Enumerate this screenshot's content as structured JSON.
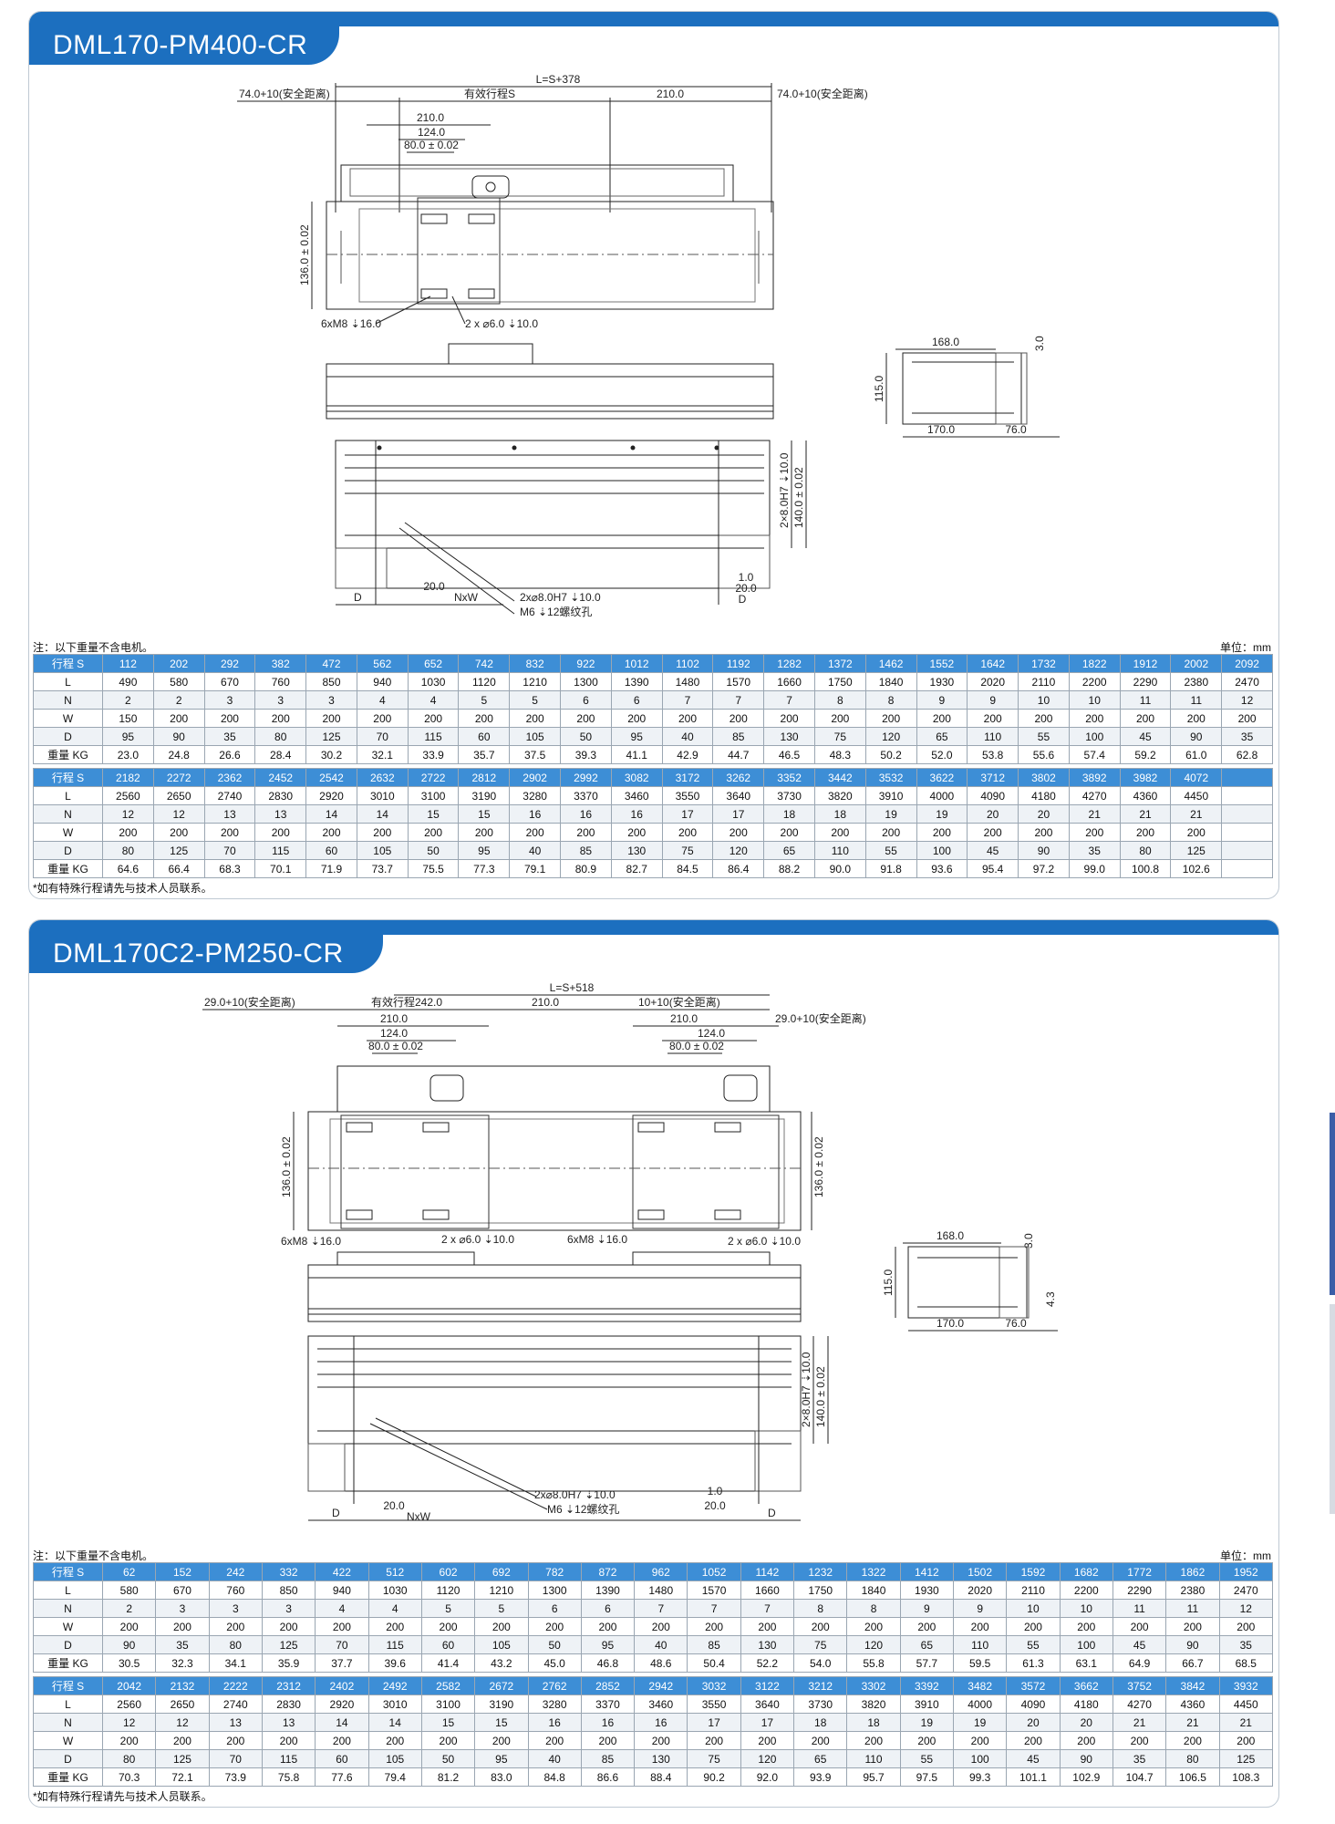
{
  "section1": {
    "title": "DML170-PM400-CR",
    "note": "注：以下重量不含电机。",
    "unit": "单位：mm",
    "footnote": "*如有特殊行程请先与技术人员联系。",
    "dims": {
      "total_length": "L=S+378",
      "safe_left": "74.0+10(安全距离)",
      "safe_right": "74.0+10(安全距离)",
      "stroke": "有效行程S",
      "d210a": "210.0",
      "d210b": "210.0",
      "d124": "124.0",
      "d80": "80.0 ± 0.02",
      "d136": "136.0 ± 0.02",
      "m8": "6xM8 ⇣16.0",
      "pin6": "2 x ⌀6.0 ⇣10.0",
      "end168": "168.0",
      "end3": "3.0",
      "end115": "115.0",
      "end170": "170.0",
      "end76": "76.0",
      "pin8v": "2×8.0H7 ⇣10.0",
      "d140": "140.0 ± 0.02",
      "d20": "20.0",
      "nxw": "NxW",
      "dD": "D",
      "dD2": "D",
      "d1": "1.0",
      "d20b": "20.0",
      "pin8h": "2x⌀8.0H7 ⇣10.0",
      "m6": "M6 ⇣12螺纹孔"
    },
    "table1": {
      "labels": [
        "行程 S",
        "L",
        "N",
        "W",
        "D",
        "重量 KG"
      ],
      "S": [
        "112",
        "202",
        "292",
        "382",
        "472",
        "562",
        "652",
        "742",
        "832",
        "922",
        "1012",
        "1102",
        "1192",
        "1282",
        "1372",
        "1462",
        "1552",
        "1642",
        "1732",
        "1822",
        "1912",
        "2002",
        "2092"
      ],
      "L": [
        "490",
        "580",
        "670",
        "760",
        "850",
        "940",
        "1030",
        "1120",
        "1210",
        "1300",
        "1390",
        "1480",
        "1570",
        "1660",
        "1750",
        "1840",
        "1930",
        "2020",
        "2110",
        "2200",
        "2290",
        "2380",
        "2470"
      ],
      "N": [
        "2",
        "2",
        "3",
        "3",
        "3",
        "4",
        "4",
        "5",
        "5",
        "6",
        "6",
        "7",
        "7",
        "7",
        "8",
        "8",
        "9",
        "9",
        "10",
        "10",
        "11",
        "11",
        "12"
      ],
      "W": [
        "150",
        "200",
        "200",
        "200",
        "200",
        "200",
        "200",
        "200",
        "200",
        "200",
        "200",
        "200",
        "200",
        "200",
        "200",
        "200",
        "200",
        "200",
        "200",
        "200",
        "200",
        "200",
        "200"
      ],
      "D": [
        "95",
        "90",
        "35",
        "80",
        "125",
        "70",
        "115",
        "60",
        "105",
        "50",
        "95",
        "40",
        "85",
        "130",
        "75",
        "120",
        "65",
        "110",
        "55",
        "100",
        "45",
        "90",
        "35"
      ],
      "KG": [
        "23.0",
        "24.8",
        "26.6",
        "28.4",
        "30.2",
        "32.1",
        "33.9",
        "35.7",
        "37.5",
        "39.3",
        "41.1",
        "42.9",
        "44.7",
        "46.5",
        "48.3",
        "50.2",
        "52.0",
        "53.8",
        "55.6",
        "57.4",
        "59.2",
        "61.0",
        "62.8"
      ]
    },
    "table2": {
      "labels": [
        "行程 S",
        "L",
        "N",
        "W",
        "D",
        "重量 KG"
      ],
      "S": [
        "2182",
        "2272",
        "2362",
        "2452",
        "2542",
        "2632",
        "2722",
        "2812",
        "2902",
        "2992",
        "3082",
        "3172",
        "3262",
        "3352",
        "3442",
        "3532",
        "3622",
        "3712",
        "3802",
        "3892",
        "3982",
        "4072",
        ""
      ],
      "L": [
        "2560",
        "2650",
        "2740",
        "2830",
        "2920",
        "3010",
        "3100",
        "3190",
        "3280",
        "3370",
        "3460",
        "3550",
        "3640",
        "3730",
        "3820",
        "3910",
        "4000",
        "4090",
        "4180",
        "4270",
        "4360",
        "4450",
        ""
      ],
      "N": [
        "12",
        "12",
        "13",
        "13",
        "14",
        "14",
        "15",
        "15",
        "16",
        "16",
        "16",
        "17",
        "17",
        "18",
        "18",
        "19",
        "19",
        "20",
        "20",
        "21",
        "21",
        "21",
        ""
      ],
      "W": [
        "200",
        "200",
        "200",
        "200",
        "200",
        "200",
        "200",
        "200",
        "200",
        "200",
        "200",
        "200",
        "200",
        "200",
        "200",
        "200",
        "200",
        "200",
        "200",
        "200",
        "200",
        "200",
        ""
      ],
      "D": [
        "80",
        "125",
        "70",
        "115",
        "60",
        "105",
        "50",
        "95",
        "40",
        "85",
        "130",
        "75",
        "120",
        "65",
        "110",
        "55",
        "100",
        "45",
        "90",
        "35",
        "80",
        "125",
        ""
      ],
      "KG": [
        "64.6",
        "66.4",
        "68.3",
        "70.1",
        "71.9",
        "73.7",
        "75.5",
        "77.3",
        "79.1",
        "80.9",
        "82.7",
        "84.5",
        "86.4",
        "88.2",
        "90.0",
        "91.8",
        "93.6",
        "95.4",
        "97.2",
        "99.0",
        "100.8",
        "102.6",
        ""
      ]
    }
  },
  "section2": {
    "title": "DML170C2-PM250-CR",
    "note": "注：以下重量不含电机。",
    "unit": "单位：mm",
    "footnote": "*如有特殊行程请先与技术人员联系。",
    "dims": {
      "total_length": "L=S+518",
      "safe_left": "29.0+10(安全距离)",
      "safe_right": "29.0+10(安全距离)",
      "safe_mid": "10+10(安全距离)",
      "stroke": "有效行程242.0",
      "d210": "210.0",
      "d210l": "210.0",
      "d124l": "124.0",
      "d80l": "80.0 ± 0.02",
      "d210r": "210.0",
      "d124r": "124.0",
      "d80r": "80.0 ± 0.02",
      "d136l": "136.0 ± 0.02",
      "d136r": "136.0 ± 0.02",
      "m8l": "6xM8 ⇣16.0",
      "pin6l": "2 x ⌀6.0 ⇣10.0",
      "m8r": "6xM8 ⇣16.0",
      "pin6r": "2 x ⌀6.0 ⇣10.0",
      "end168": "168.0",
      "end3": "3.0",
      "end115": "115.0",
      "end43": "4.3",
      "end170": "170.0",
      "end76": "76.0",
      "pin8v": "2×8.0H7 ⇣10.0",
      "d140": "140.0 ± 0.02",
      "pin8h": "2x⌀8.0H7 ⇣10.0",
      "m6": "M6 ⇣12螺纹孔",
      "d1": "1.0",
      "d20b": "20.0",
      "d20": "20.0",
      "nxw": "NxW",
      "dD": "D",
      "dD2": "D"
    },
    "table1": {
      "labels": [
        "行程 S",
        "L",
        "N",
        "W",
        "D",
        "重量 KG"
      ],
      "S": [
        "62",
        "152",
        "242",
        "332",
        "422",
        "512",
        "602",
        "692",
        "782",
        "872",
        "962",
        "1052",
        "1142",
        "1232",
        "1322",
        "1412",
        "1502",
        "1592",
        "1682",
        "1772",
        "1862",
        "1952"
      ],
      "L": [
        "580",
        "670",
        "760",
        "850",
        "940",
        "1030",
        "1120",
        "1210",
        "1300",
        "1390",
        "1480",
        "1570",
        "1660",
        "1750",
        "1840",
        "1930",
        "2020",
        "2110",
        "2200",
        "2290",
        "2380",
        "2470"
      ],
      "N": [
        "2",
        "3",
        "3",
        "3",
        "4",
        "4",
        "5",
        "5",
        "6",
        "6",
        "7",
        "7",
        "7",
        "8",
        "8",
        "9",
        "9",
        "10",
        "10",
        "11",
        "11",
        "12"
      ],
      "W": [
        "200",
        "200",
        "200",
        "200",
        "200",
        "200",
        "200",
        "200",
        "200",
        "200",
        "200",
        "200",
        "200",
        "200",
        "200",
        "200",
        "200",
        "200",
        "200",
        "200",
        "200",
        "200"
      ],
      "D": [
        "90",
        "35",
        "80",
        "125",
        "70",
        "115",
        "60",
        "105",
        "50",
        "95",
        "40",
        "85",
        "130",
        "75",
        "120",
        "65",
        "110",
        "55",
        "100",
        "45",
        "90",
        "35"
      ],
      "KG": [
        "30.5",
        "32.3",
        "34.1",
        "35.9",
        "37.7",
        "39.6",
        "41.4",
        "43.2",
        "45.0",
        "46.8",
        "48.6",
        "50.4",
        "52.2",
        "54.0",
        "55.8",
        "57.7",
        "59.5",
        "61.3",
        "63.1",
        "64.9",
        "66.7",
        "68.5"
      ]
    },
    "table2": {
      "labels": [
        "行程 S",
        "L",
        "N",
        "W",
        "D",
        "重量 KG"
      ],
      "S": [
        "2042",
        "2132",
        "2222",
        "2312",
        "2402",
        "2492",
        "2582",
        "2672",
        "2762",
        "2852",
        "2942",
        "3032",
        "3122",
        "3212",
        "3302",
        "3392",
        "3482",
        "3572",
        "3662",
        "3752",
        "3842",
        "3932"
      ],
      "L": [
        "2560",
        "2650",
        "2740",
        "2830",
        "2920",
        "3010",
        "3100",
        "3190",
        "3280",
        "3370",
        "3460",
        "3550",
        "3640",
        "3730",
        "3820",
        "3910",
        "4000",
        "4090",
        "4180",
        "4270",
        "4360",
        "4450"
      ],
      "N": [
        "12",
        "12",
        "13",
        "13",
        "14",
        "14",
        "15",
        "15",
        "16",
        "16",
        "16",
        "17",
        "17",
        "18",
        "18",
        "19",
        "19",
        "20",
        "20",
        "21",
        "21",
        "21"
      ],
      "W": [
        "200",
        "200",
        "200",
        "200",
        "200",
        "200",
        "200",
        "200",
        "200",
        "200",
        "200",
        "200",
        "200",
        "200",
        "200",
        "200",
        "200",
        "200",
        "200",
        "200",
        "200",
        "200"
      ],
      "D": [
        "80",
        "125",
        "70",
        "115",
        "60",
        "105",
        "50",
        "95",
        "40",
        "85",
        "130",
        "75",
        "120",
        "65",
        "110",
        "55",
        "100",
        "45",
        "90",
        "35",
        "80",
        "125"
      ],
      "KG": [
        "70.3",
        "72.1",
        "73.9",
        "75.8",
        "77.6",
        "79.4",
        "81.2",
        "83.0",
        "84.8",
        "86.6",
        "88.4",
        "90.2",
        "92.0",
        "93.9",
        "95.7",
        "97.5",
        "99.3",
        "101.1",
        "102.9",
        "104.7",
        "106.5",
        "108.3"
      ]
    }
  }
}
